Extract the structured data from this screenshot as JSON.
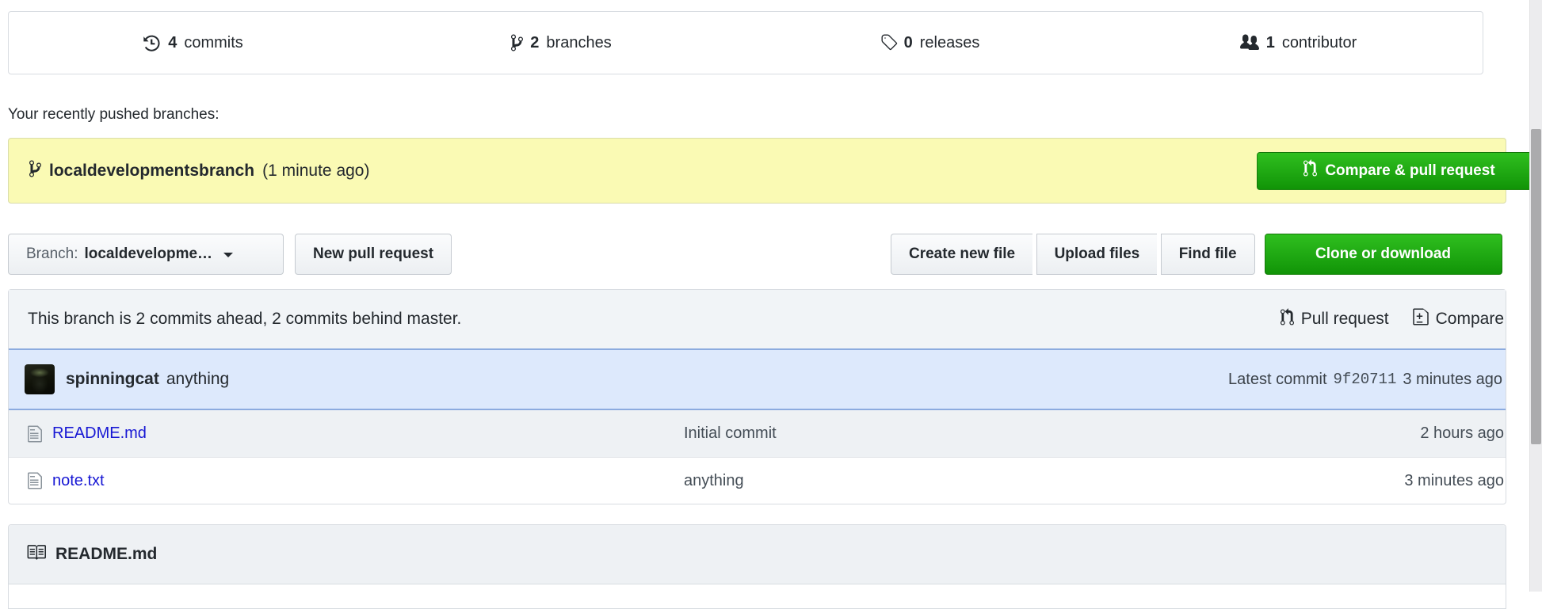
{
  "stats": {
    "items": [
      {
        "icon": "history-icon",
        "count": "4",
        "label": "commits"
      },
      {
        "icon": "git-branch-icon",
        "count": "2",
        "label": "branches"
      },
      {
        "icon": "tag-icon",
        "count": "0",
        "label": "releases"
      },
      {
        "icon": "people-icon",
        "count": "1",
        "label": "contributor"
      }
    ]
  },
  "recent_push": {
    "heading": "Your recently pushed branches:",
    "branch_name": "localdevelopmentsbranch",
    "pushed_time": "(1 minute ago)",
    "compare_button": "Compare & pull request"
  },
  "toolbar": {
    "branch_label": "Branch:",
    "branch_selected": "localdevelopme…",
    "new_pull_request": "New pull request",
    "create_new_file": "Create new file",
    "upload_files": "Upload files",
    "find_file": "Find file",
    "clone_or_download": "Clone or download"
  },
  "branch_status": {
    "message": "This branch is 2 commits ahead, 2 commits behind master.",
    "pull_request_link": "Pull request",
    "compare_link": "Compare"
  },
  "latest_commit": {
    "author": "spinningcat",
    "message": "anything",
    "label": "Latest commit",
    "sha": "9f20711",
    "time": "3 minutes ago"
  },
  "files": [
    {
      "name": "README.md",
      "message": "Initial commit",
      "time": "2 hours ago"
    },
    {
      "name": "note.txt",
      "message": "anything",
      "time": "3 minutes ago"
    }
  ],
  "readme": {
    "title": "README.md"
  },
  "colors": {
    "accent_green": "#22a50c",
    "banner_yellow": "#fafab4",
    "link_blue": "#1717d4",
    "commit_row_blue": "#dde9fc",
    "status_row_gray": "#f1f4f7"
  }
}
